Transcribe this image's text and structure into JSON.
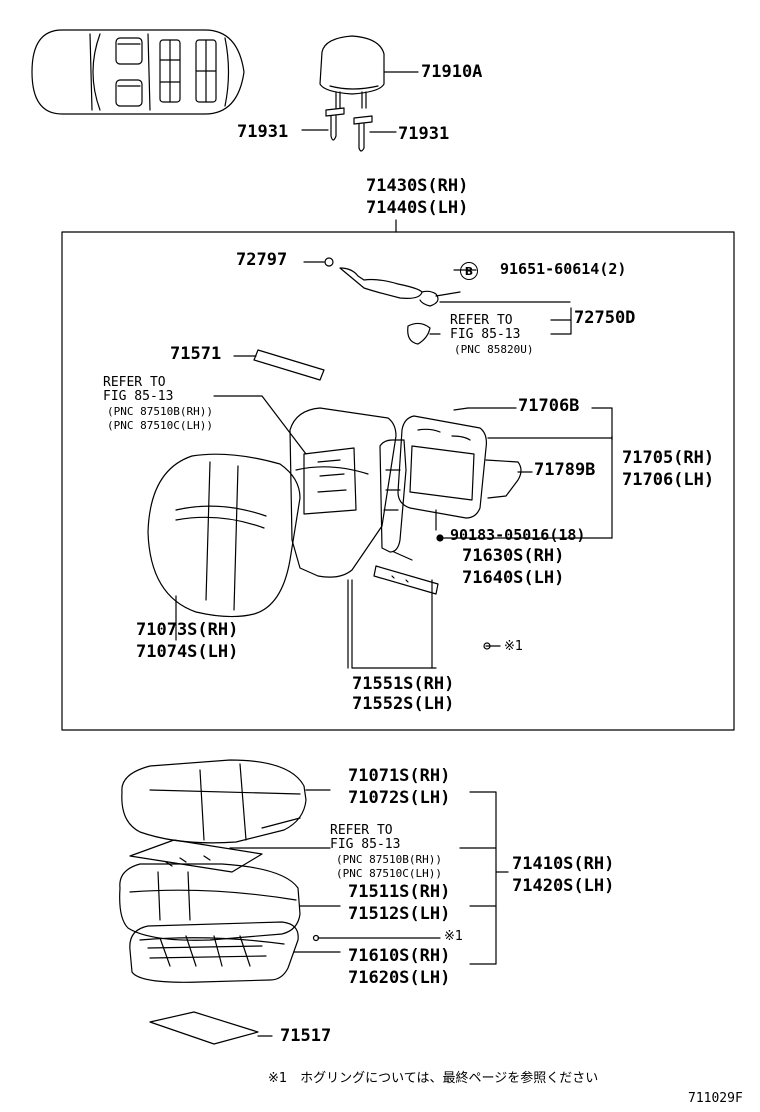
{
  "diagram": {
    "figure_id": "711029F",
    "footnote": "※1　ホグリングについては、最終ページを参照ください",
    "b_marker": "B",
    "labels": {
      "p71910A": "71910A",
      "p71931_left": "71931",
      "p71931_right": "71931",
      "p71430S": "71430S(RH)",
      "p71440S": "71440S(LH)",
      "p72797": "72797",
      "p91651": "91651-60614(2)",
      "p72750D": "72750D",
      "ref1_line1": "REFER TO",
      "ref1_line2": "FIG 85-13",
      "ref1_line3": "(PNC 85820U)",
      "p71571": "71571",
      "ref2_line1": "REFER TO",
      "ref2_line2": "FIG 85-13",
      "ref2_line3": "(PNC 87510B(RH))",
      "ref2_line4": "(PNC 87510C(LH))",
      "p71706B": "71706B",
      "p71705": "71705(RH)",
      "p71706": "71706(LH)",
      "p71789B": "71789B",
      "p90183": "90183-05016(18)",
      "p71630S": "71630S(RH)",
      "p71640S": "71640S(LH)",
      "p71073S": "71073S(RH)",
      "p71074S": "71074S(LH)",
      "hogring_upper": "※1",
      "p71551S": "71551S(RH)",
      "p71552S": "71552S(LH)",
      "p71071S": "71071S(RH)",
      "p71072S": "71072S(LH)",
      "ref3_line1": "REFER TO",
      "ref3_line2": "FIG 85-13",
      "ref3_line3": "(PNC 87510B(RH))",
      "ref3_line4": "(PNC 87510C(LH))",
      "p71511S": "71511S(RH)",
      "p71512S": "71512S(LH)",
      "p71410S": "71410S(RH)",
      "p71420S": "71420S(LH)",
      "hogring_lower": "※1",
      "p71610S": "71610S(RH)",
      "p71620S": "71620S(LH)",
      "p71517": "71517"
    }
  }
}
